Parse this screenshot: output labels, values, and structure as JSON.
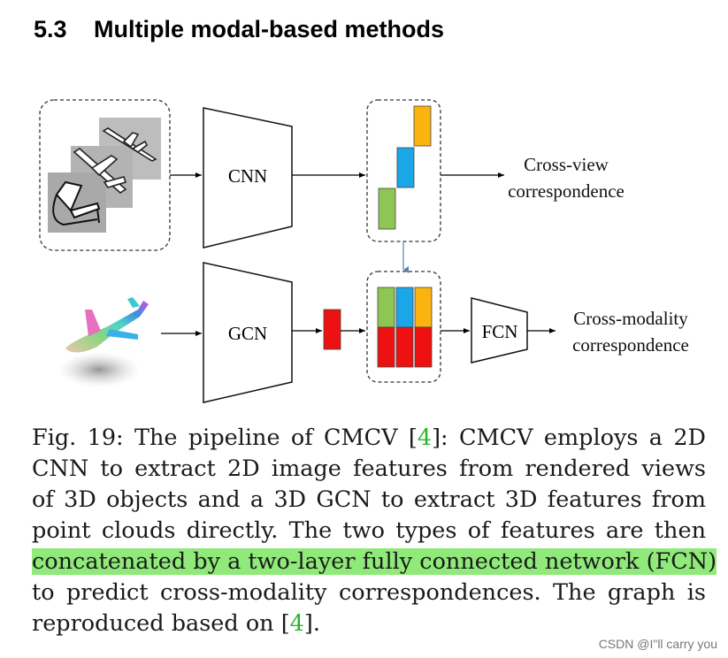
{
  "section": {
    "number": "5.3",
    "title": "Multiple modal-based methods"
  },
  "figure": {
    "cnn_label": "CNN",
    "gcn_label": "GCN",
    "fcn_label": "FCN",
    "output_top": [
      "Cross-view",
      "correspondence"
    ],
    "output_bottom": [
      "Cross-modality",
      "correspondence"
    ],
    "colors": {
      "green": "#8dc653",
      "blue": "#1ba6e8",
      "orange": "#fbb40f",
      "red": "#ee1111",
      "arrow": "#000000",
      "vertical_arrow": "#5b7fb8"
    }
  },
  "caption": {
    "l1": "Fig. 19: The pipeline of CMCV [",
    "l1_cite": "4",
    "l1_rest": "]: CMCV employs a 2D",
    "l2": "CNN to extract 2D image features from rendered views",
    "l3": "of 3D objects and a 3D GCN to extract 3D features from",
    "l4": "point clouds directly. The two types of features are then",
    "l5_highlight": "concatenated by a two-layer fully connected network (FCN)",
    "l6": "to predict cross-modality correspondences. The graph is",
    "l7": "reproduced based on [",
    "l7_cite": "4",
    "l7_rest": "]."
  },
  "watermark": "CSDN @I\"ll  carry  you"
}
